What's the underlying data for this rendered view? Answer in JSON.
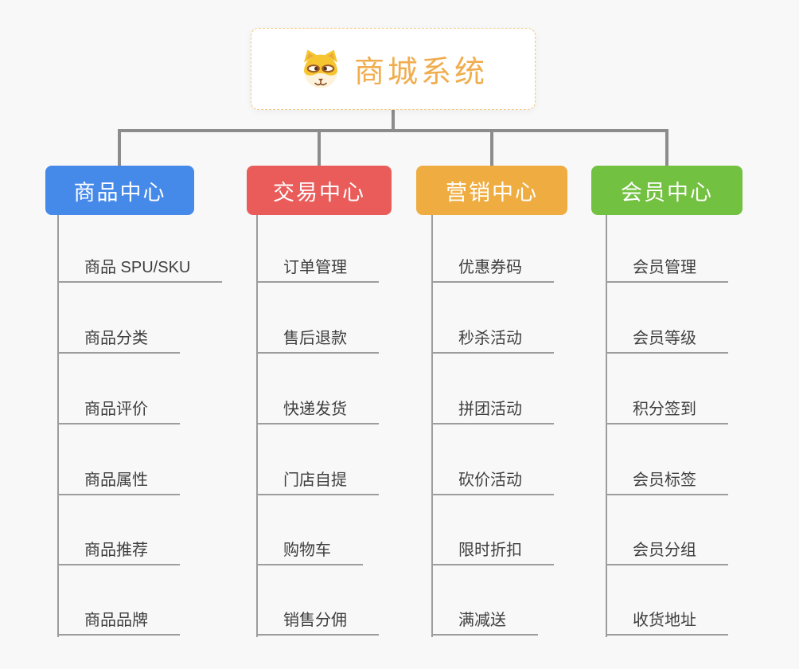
{
  "app": {
    "background_color": "#f8f8f8",
    "connector_color": "#8c8c8c",
    "underline_color": "#9d9d9d"
  },
  "root": {
    "title": "商城系统",
    "icon": "doge-icon",
    "text_color": "#f0ad4e",
    "border_color": "#f2c987"
  },
  "branches": [
    {
      "label": "商品中心",
      "color": "#4589e9",
      "items": [
        "商品 SPU/SKU",
        "商品分类",
        "商品评价",
        "商品属性",
        "商品推荐",
        "商品品牌"
      ]
    },
    {
      "label": "交易中心",
      "color": "#e95c5a",
      "items": [
        "订单管理",
        "售后退款",
        "快递发货",
        "门店自提",
        "购物车",
        "销售分佣"
      ]
    },
    {
      "label": "营销中心",
      "color": "#efad41",
      "items": [
        "优惠券码",
        "秒杀活动",
        "拼团活动",
        "砍价活动",
        "限时折扣",
        "满减送"
      ]
    },
    {
      "label": "会员中心",
      "color": "#73c140",
      "items": [
        "会员管理",
        "会员等级",
        "积分签到",
        "会员标签",
        "会员分组",
        "收货地址"
      ]
    }
  ]
}
